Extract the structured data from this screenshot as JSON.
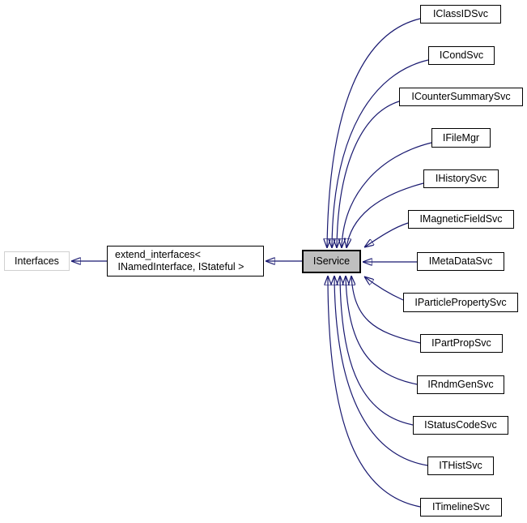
{
  "diagram": {
    "kind": "inheritance-graph",
    "focus_node": "IService",
    "colors": {
      "edge": "#191970",
      "node_border": "#000000",
      "node_fill": "#ffffff",
      "focus_node_fill": "#bfbfbf",
      "muted_node_border": "#d0d0d0",
      "text": "#000000",
      "background": "#ffffff"
    },
    "nodes": {
      "interfaces": {
        "label": "Interfaces"
      },
      "extend_interfaces": {
        "label": "extend_interfaces<\n INamedInterface, IStateful >"
      },
      "iservice": {
        "label": "IService"
      },
      "derived": [
        {
          "label": "IClassIDSvc"
        },
        {
          "label": "ICondSvc"
        },
        {
          "label": "ICounterSummarySvc"
        },
        {
          "label": "IFileMgr"
        },
        {
          "label": "IHistorySvc"
        },
        {
          "label": "IMagneticFieldSvc"
        },
        {
          "label": "IMetaDataSvc"
        },
        {
          "label": "IParticlePropertySvc"
        },
        {
          "label": "IPartPropSvc"
        },
        {
          "label": "IRndmGenSvc"
        },
        {
          "label": "IStatusCodeSvc"
        },
        {
          "label": "ITHistSvc"
        },
        {
          "label": "ITimelineSvc"
        }
      ]
    },
    "edges": [
      {
        "from": "extend_interfaces",
        "to": "Interfaces"
      },
      {
        "from": "IService",
        "to": "extend_interfaces"
      },
      {
        "from": "IClassIDSvc",
        "to": "IService"
      },
      {
        "from": "ICondSvc",
        "to": "IService"
      },
      {
        "from": "ICounterSummarySvc",
        "to": "IService"
      },
      {
        "from": "IFileMgr",
        "to": "IService"
      },
      {
        "from": "IHistorySvc",
        "to": "IService"
      },
      {
        "from": "IMagneticFieldSvc",
        "to": "IService"
      },
      {
        "from": "IMetaDataSvc",
        "to": "IService"
      },
      {
        "from": "IParticlePropertySvc",
        "to": "IService"
      },
      {
        "from": "IPartPropSvc",
        "to": "IService"
      },
      {
        "from": "IRndmGenSvc",
        "to": "IService"
      },
      {
        "from": "IStatusCodeSvc",
        "to": "IService"
      },
      {
        "from": "ITHistSvc",
        "to": "IService"
      },
      {
        "from": "ITimelineSvc",
        "to": "IService"
      }
    ]
  }
}
